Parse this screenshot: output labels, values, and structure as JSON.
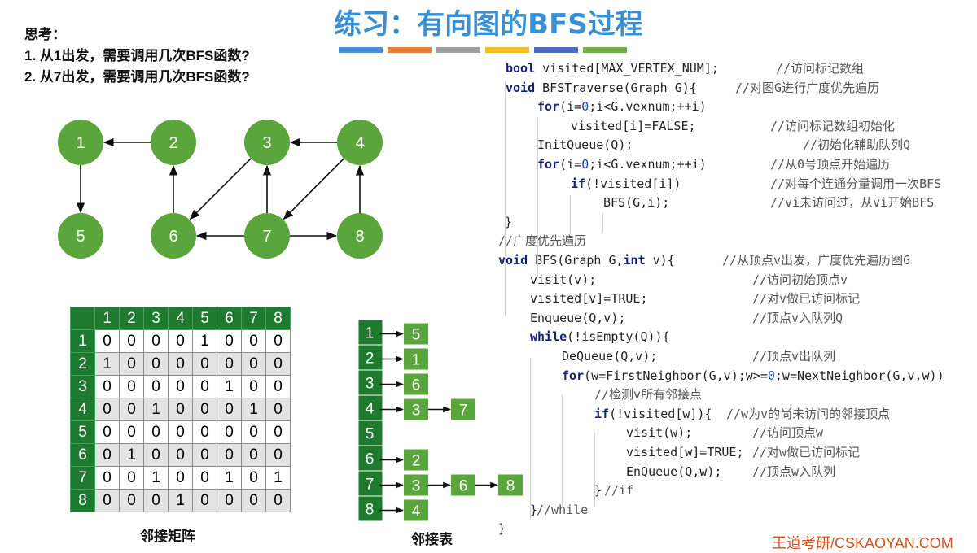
{
  "slide": {
    "title": "练习：有向图的BFS过程",
    "title_bar_colors": [
      "#4a90d9",
      "#e8803a",
      "#a0a0a0",
      "#f0c020",
      "#4a6fc0",
      "#6db048"
    ],
    "think_label": "思考：",
    "questions": [
      "1.  从1出发，需要调用几次BFS函数?",
      "2.  从7出发，需要调用几次BFS函数?"
    ],
    "brand": "王道考研/CSKAOYAN.COM"
  },
  "graph": {
    "node_color": "#5aa53c",
    "nodes": [
      "1",
      "2",
      "3",
      "4",
      "5",
      "6",
      "7",
      "8"
    ],
    "edges": [
      [
        "2",
        "1"
      ],
      [
        "1",
        "5"
      ],
      [
        "4",
        "3"
      ],
      [
        "6",
        "2"
      ],
      [
        "3",
        "6"
      ],
      [
        "4",
        "7"
      ],
      [
        "7",
        "3"
      ],
      [
        "7",
        "6"
      ],
      [
        "7",
        "8"
      ],
      [
        "8",
        "4"
      ]
    ]
  },
  "matrix": {
    "caption": "邻接矩阵",
    "header": [
      "1",
      "2",
      "3",
      "4",
      "5",
      "6",
      "7",
      "8"
    ],
    "rows": [
      {
        "label": "1",
        "values": [
          "0",
          "0",
          "0",
          "0",
          "1",
          "0",
          "0",
          "0"
        ]
      },
      {
        "label": "2",
        "values": [
          "1",
          "0",
          "0",
          "0",
          "0",
          "0",
          "0",
          "0"
        ]
      },
      {
        "label": "3",
        "values": [
          "0",
          "0",
          "0",
          "0",
          "0",
          "1",
          "0",
          "0"
        ]
      },
      {
        "label": "4",
        "values": [
          "0",
          "0",
          "1",
          "0",
          "0",
          "0",
          "1",
          "0"
        ]
      },
      {
        "label": "5",
        "values": [
          "0",
          "0",
          "0",
          "0",
          "0",
          "0",
          "0",
          "0"
        ]
      },
      {
        "label": "6",
        "values": [
          "0",
          "1",
          "0",
          "0",
          "0",
          "0",
          "0",
          "0"
        ]
      },
      {
        "label": "7",
        "values": [
          "0",
          "0",
          "1",
          "0",
          "0",
          "1",
          "0",
          "1"
        ]
      },
      {
        "label": "8",
        "values": [
          "0",
          "0",
          "0",
          "1",
          "0",
          "0",
          "0",
          "0"
        ]
      }
    ]
  },
  "adjacency": {
    "caption": "邻接表",
    "heads": [
      "1",
      "2",
      "3",
      "4",
      "5",
      "6",
      "7",
      "8"
    ],
    "lists": [
      [
        "5"
      ],
      [
        "1"
      ],
      [
        "6"
      ],
      [
        "3",
        "7"
      ],
      [],
      [
        "2"
      ],
      [
        "3",
        "6",
        "8"
      ],
      [
        "4"
      ]
    ]
  },
  "code": {
    "lines": [
      {
        "indent": 0,
        "code": [
          [
            "kw",
            "bool"
          ],
          [
            "t",
            " visited[MAX_VERTEX_NUM];"
          ]
        ],
        "comment": "//访问标记数组"
      },
      {
        "indent": 0,
        "code": [
          [
            "kw",
            "void"
          ],
          [
            "t",
            " BFSTraverse(Graph G){"
          ]
        ],
        "comment": "//对图G进行广度优先遍历"
      },
      {
        "indent": 1,
        "code": [
          [
            "kw",
            "for"
          ],
          [
            "t",
            "(i="
          ],
          [
            "num",
            "0"
          ],
          [
            "t",
            ";i<G.vexnum;++i)"
          ]
        ],
        "comment": ""
      },
      {
        "indent": 2,
        "code": [
          [
            "t",
            "visited[i]=FALSE;"
          ]
        ],
        "comment": "//访问标记数组初始化"
      },
      {
        "indent": 1,
        "code": [
          [
            "t",
            "InitQueue(Q);"
          ]
        ],
        "comment": "//初始化辅助队列Q"
      },
      {
        "indent": 1,
        "code": [
          [
            "kw",
            "for"
          ],
          [
            "t",
            "(i="
          ],
          [
            "num",
            "0"
          ],
          [
            "t",
            ";i<G.vexnum;++i)"
          ]
        ],
        "comment": "//从0号顶点开始遍历"
      },
      {
        "indent": 2,
        "code": [
          [
            "kw",
            "if"
          ],
          [
            "t",
            "(!visited[i])"
          ]
        ],
        "comment": "//对每个连通分量调用一次BFS"
      },
      {
        "indent": 3,
        "code": [
          [
            "t",
            "BFS(G,i);"
          ]
        ],
        "comment": "//vi未访问过，从vi开始BFS"
      },
      {
        "indent": 0,
        "code": [
          [
            "t",
            "}"
          ]
        ],
        "comment": ""
      },
      {
        "indent": -1,
        "code": [],
        "comment": "//广度优先遍历"
      },
      {
        "indent": -1,
        "code": [
          [
            "kw",
            "void"
          ],
          [
            "t",
            " BFS(Graph G,"
          ],
          [
            "kw",
            "int"
          ],
          [
            "t",
            " v){"
          ]
        ],
        "comment": "//从顶点v出发，广度优先遍历图G"
      },
      {
        "indent": 0,
        "code": [
          [
            "t",
            "visit(v);"
          ]
        ],
        "comment": "//访问初始顶点v"
      },
      {
        "indent": 0,
        "code": [
          [
            "t",
            "visited[v]=TRUE;"
          ]
        ],
        "comment": "//对v做已访问标记"
      },
      {
        "indent": 0,
        "code": [
          [
            "t",
            "Enqueue(Q,v);"
          ]
        ],
        "comment": "//顶点v入队列Q"
      },
      {
        "indent": 0,
        "code": [
          [
            "kw",
            "while"
          ],
          [
            "t",
            "(!isEmpty(Q)){"
          ]
        ],
        "comment": ""
      },
      {
        "indent": 1,
        "code": [
          [
            "t",
            "DeQueue(Q,v);"
          ]
        ],
        "comment": "//顶点v出队列"
      },
      {
        "indent": 1,
        "code": [
          [
            "kw",
            "for"
          ],
          [
            "t",
            "(w=FirstNeighbor(G,v);w>="
          ],
          [
            "num",
            "0"
          ],
          [
            "t",
            ";w=NextNeighbor(G,v,w))"
          ]
        ],
        "comment": ""
      },
      {
        "indent": 2,
        "code": [],
        "comment": "//检测v所有邻接点"
      },
      {
        "indent": 2,
        "code": [
          [
            "kw",
            "if"
          ],
          [
            "t",
            "(!visited[w]){"
          ]
        ],
        "comment": "//w为v的尚未访问的邻接顶点"
      },
      {
        "indent": 3,
        "code": [
          [
            "t",
            "visit(w);"
          ]
        ],
        "comment": "//访问顶点w"
      },
      {
        "indent": 3,
        "code": [
          [
            "t",
            "visited[w]=TRUE;"
          ]
        ],
        "comment": "//对w做已访问标记"
      },
      {
        "indent": 3,
        "code": [
          [
            "t",
            "EnQueue(Q,w);"
          ]
        ],
        "comment": "//顶点w入队列"
      },
      {
        "indent": 2,
        "code": [
          [
            "t",
            "}"
          ]
        ],
        "comment": "//if"
      },
      {
        "indent": 0,
        "code": [
          [
            "t",
            "}"
          ]
        ],
        "comment": "//while"
      },
      {
        "indent": -1,
        "code": [
          [
            "t",
            "}"
          ]
        ],
        "comment": ""
      }
    ]
  }
}
